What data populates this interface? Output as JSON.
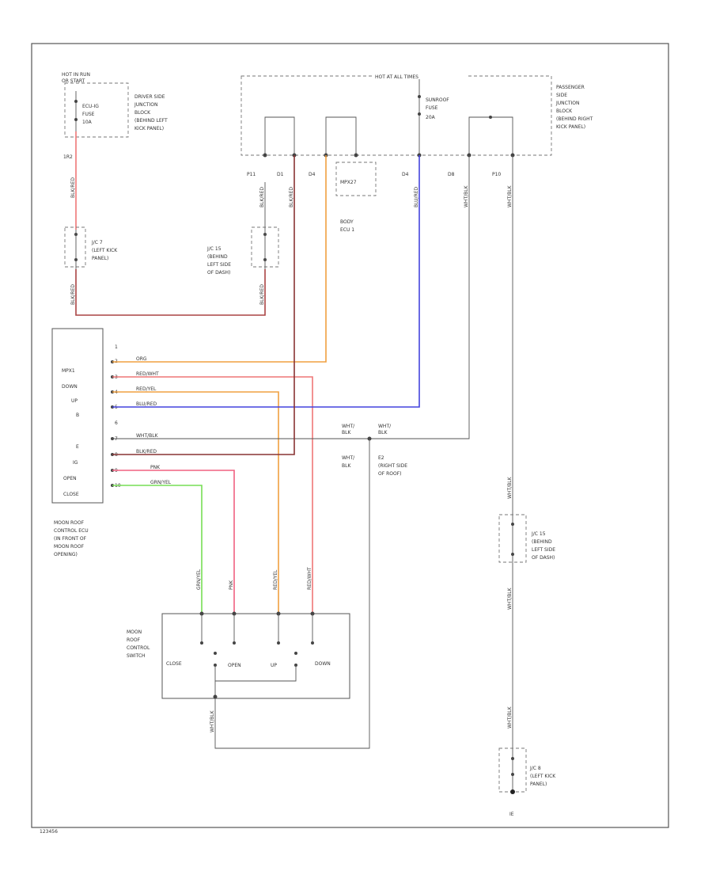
{
  "border_code": "123456",
  "fuse_block_left": {
    "hot_label_1": "HOT IN RUN",
    "hot_label_2": "OR START",
    "fuse_1": "ECU-IG",
    "fuse_2": "FUSE",
    "fuse_3": "10A",
    "desc_1": "DRIVER SIDE",
    "desc_2": "JUNCTION",
    "desc_3": "BLOCK",
    "desc_4": "(BEHIND LEFT",
    "desc_5": "KICK PANEL)",
    "connector": "1R2"
  },
  "fuse_block_right": {
    "hot_label": "HOT AT ALL TIMES",
    "fuse_1": "SUNROOF",
    "fuse_2": "FUSE",
    "fuse_3": "20A",
    "desc_1": "PASSENGER",
    "desc_2": "SIDE",
    "desc_3": "JUNCTION",
    "desc_4": "BLOCK",
    "desc_5": "(BEHIND RIGHT",
    "desc_6": "KICK PANEL)"
  },
  "body_ecu": {
    "pins": [
      "P11",
      "D1",
      "D4",
      "D4",
      "D8",
      "P10"
    ],
    "mpx_label": "MPX27",
    "name_1": "BODY",
    "name_2": "ECU 1"
  },
  "junctions": {
    "jc7_1": "J/C 7",
    "jc7_2": "(LEFT KICK",
    "jc7_3": "PANEL)",
    "jc15_1": "J/C 15",
    "jc15_2": "(BEHIND",
    "jc15_3": "LEFT SIDE",
    "jc15_4": "OF DASH)",
    "jc15r_1": "J/C 15",
    "jc15r_2": "(BEHIND",
    "jc15r_3": "LEFT SIDE",
    "jc15r_4": "OF DASH)",
    "jc8_1": "J/C 8",
    "jc8_2": "(LEFT KICK",
    "jc8_3": "PANEL)"
  },
  "ecu": {
    "labels": [
      "MPX1",
      "DOWN",
      "UP",
      "B",
      "E",
      "IG",
      "OPEN",
      "CLOSE"
    ],
    "pins": [
      "1",
      "2",
      "3",
      "4",
      "5",
      "6",
      "7",
      "8",
      "9",
      "10"
    ],
    "name_1": "MOON ROOF",
    "name_2": "CONTROL ECU",
    "name_3": "(IN FRONT OF",
    "name_4": "MOON ROOF",
    "name_5": "OPENING)"
  },
  "wire_colors": {
    "w1": "ORG",
    "w2": "RED/WHT",
    "w3": "RED/YEL",
    "w4": "BLU/RED",
    "w5": "WHT/BLK",
    "w6": "BLK/RED",
    "w7": "PNK",
    "w8": "GRN/YEL",
    "blk_red": "BLK/RED",
    "blk_red_2": "BLK/RED",
    "blk_red_3": "BLK/RED",
    "blk_red_4": "BLK/RED",
    "blk_red_5": "BLK/RED",
    "blu_red": "BLU/RED",
    "wht_blk": "WHT/BLK",
    "wht_blk_2": "WHT/BLK",
    "wht_blk_3": "WHT/BLK",
    "wht_blk_4": "WHT/BLK",
    "wht_blk_5": "WHT/BLK",
    "sw_grn": "GRN/YEL",
    "sw_pnk": "PNK",
    "sw_red_yel": "RED/YEL",
    "sw_red_wht": "RED/WHT",
    "sw_wht_blk": "WHT/BLK"
  },
  "ground": {
    "wb1_1": "WHT/",
    "wb1_2": "BLK",
    "wb2_1": "WHT/",
    "wb2_2": "BLK",
    "wb3_1": "WHT/",
    "wb3_2": "BLK",
    "e2_1": "E2",
    "e2_2": "(RIGHT SIDE",
    "e2_3": "OF ROOF)",
    "ie": "IE"
  },
  "switch": {
    "name_1": "MOON",
    "name_2": "ROOF",
    "name_3": "CONTROL",
    "name_4": "SWITCH",
    "close": "CLOSE",
    "open": "OPEN",
    "up": "UP",
    "down": "DOWN"
  },
  "colors": {
    "red": "#ee7777",
    "orange": "#f0a040",
    "pink": "#f06080",
    "blue": "#4444dd",
    "green": "#77dd55",
    "dark_red": "#883333",
    "gray": "#999999"
  }
}
